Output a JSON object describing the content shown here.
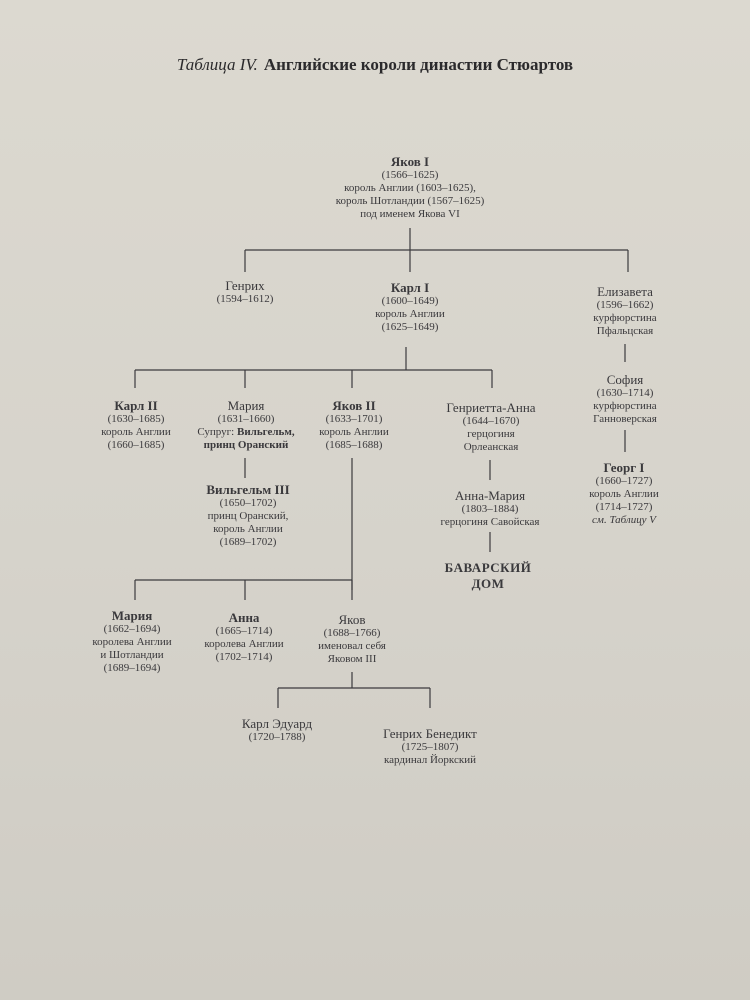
{
  "header": {
    "prefix": "Таблица IV.",
    "title": "Английские короли династии Стюартов"
  },
  "persons": {
    "james1": {
      "name": "Яков I",
      "line1": "(1566–1625)",
      "line2": "король Англии (1603–1625),",
      "line3": "король Шотландии (1567–1625)",
      "line4": "под именем Якова VI"
    },
    "henry": {
      "name": "Генрих",
      "line1": "(1594–1612)"
    },
    "charles1": {
      "name": "Карл I",
      "line1": "(1600–1649)",
      "line2": "король Англии",
      "line3": "(1625–1649)"
    },
    "elizabeth": {
      "name": "Елизавета",
      "line1": "(1596–1662)",
      "line2": "курфюрстина",
      "line3": "Пфальцская"
    },
    "charles2": {
      "name": "Карл II",
      "line1": "(1630–1685)",
      "line2": "король Англии",
      "line3": "(1660–1685)"
    },
    "mary": {
      "name": "Мария",
      "line1": "(1631–1660)",
      "line2_pre": "Супруг:",
      "line2_bold": "Вильгельм,",
      "line3": "принц Оранский"
    },
    "james2": {
      "name": "Яков II",
      "line1": "(1633–1701)",
      "line2": "король Англии",
      "line3": "(1685–1688)"
    },
    "henrietta": {
      "name": "Генриетта-Анна",
      "line1": "(1644–1670)",
      "line2": "герцогиня",
      "line3": "Орлеанская"
    },
    "sophia": {
      "name": "София",
      "line1": "(1630–1714)",
      "line2": "курфюрстина",
      "line3": "Ганноверская"
    },
    "william3": {
      "name": "Вильгельм III",
      "line1": "(1650–1702)",
      "line2": "принц Оранский,",
      "line3": "король Англии",
      "line4": "(1689–1702)"
    },
    "annemarie": {
      "name": "Анна-Мария",
      "line1": "(1803–1884)",
      "line2": "герцогиня Савойская"
    },
    "george1": {
      "name": "Георг I",
      "line1": "(1660–1727)",
      "line2": "король Англии",
      "line3": "(1714–1727)",
      "line4": "см. Таблицу V"
    },
    "bavarian": {
      "line1": "БАВАРСКИЙ",
      "line2": "ДОМ"
    },
    "mary2": {
      "name": "Мария",
      "line1": "(1662–1694)",
      "line2": "королева Англии",
      "line3": "и Шотландии",
      "line4": "(1689–1694)"
    },
    "anne": {
      "name": "Анна",
      "line1": "(1665–1714)",
      "line2": "королева Англии",
      "line3": "(1702–1714)"
    },
    "jamesjr": {
      "name": "Яков",
      "line1": "(1688–1766)",
      "line2": "именовал себя",
      "line3": "Яковом III"
    },
    "charlesedward": {
      "name": "Карл Эдуард",
      "line1": "(1720–1788)"
    },
    "henrybenedict": {
      "name": "Генрих Бенедикт",
      "line1": "(1725–1807)",
      "line2": "кардинал Йоркский"
    }
  },
  "colors": {
    "ink": "#2b2a2c",
    "line": "#3c3b3e",
    "paper": "#d8d5cd"
  }
}
